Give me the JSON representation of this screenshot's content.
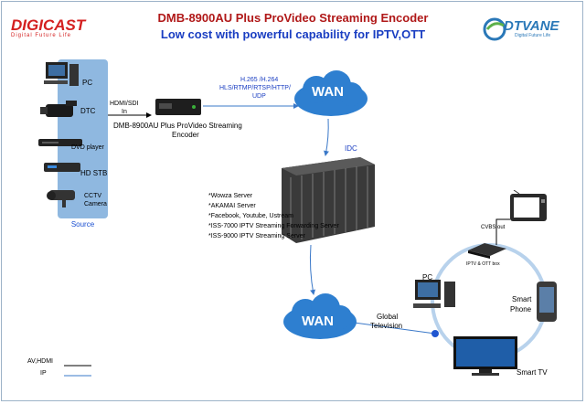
{
  "header": {
    "title": "DMB-8900AU Plus ProVideo Streaming Encoder",
    "subtitle": "Low cost with powerful capability for IPTV,OTT",
    "left_logo": "DIGICAST",
    "left_tagline": "Digital Future Life",
    "right_logo": "DTVANE",
    "right_tagline": "Digital Future Life"
  },
  "sources": {
    "title": "Source",
    "items": [
      {
        "label": "PC",
        "icon": "pc-icon"
      },
      {
        "label": "DTC",
        "icon": "camcorder-icon"
      },
      {
        "label": "DVD player",
        "icon": "dvd-player-icon"
      },
      {
        "label": "HD STB",
        "icon": "stb-icon"
      },
      {
        "label": "CCTV Camera",
        "icon": "cctv-camera-icon"
      }
    ]
  },
  "encoder": {
    "input_label_1": "HDMI/SDI",
    "input_label_2": "In",
    "name_1": "DMB-8900AU Plus ProVideo Streaming",
    "name_2": "Encoder"
  },
  "protocols": {
    "line1": "H.265 /H.264",
    "line2": "HLS/RTMP/RTSP/HTTP/",
    "line3": "UDP"
  },
  "wan_top": "WAN",
  "idc": "IDC",
  "servers": [
    "*Wowza Server",
    "*AKAMAI Server",
    "*Facebook, Youtube, Ustream",
    "*ISS-7000 IPTV Streaming Forwarding Server",
    "*ISS-9000 IPTV Streaming Server"
  ],
  "wan_bottom": "WAN",
  "global_tv": {
    "line1": "Global",
    "line2": "Television"
  },
  "endpoints": {
    "cvbs": "CVBS out",
    "iptv_box": "IPTV & OTT box",
    "pc": "PC",
    "smart_phone_1": "Smart",
    "smart_phone_2": "Phone",
    "smart_tv": "Smart TV"
  },
  "legend": {
    "av_hdmi": "AV,HDMI",
    "ip": "IP"
  },
  "colors": {
    "title_red": "#b01818",
    "subtitle_blue": "#1a3ec2",
    "source_panel": "#8fb8e0",
    "cloud": "#2e7fd0",
    "link_blue": "#3a78c8"
  }
}
